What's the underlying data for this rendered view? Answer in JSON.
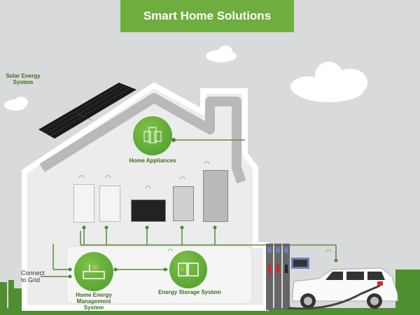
{
  "header": {
    "title": "Smart Home Solutions"
  },
  "labels": {
    "solar": [
      "Solar Energy",
      "System"
    ],
    "appliances": "Home Appliances",
    "grid": [
      "Connect",
      "to Grid"
    ],
    "hems": [
      "Home Energy",
      "Management System"
    ],
    "storage": "Energy Storage System"
  },
  "appliances": [
    "washing-machine",
    "dryer",
    "tv",
    "oven",
    "refrigerator"
  ],
  "colors": {
    "accent": "#6fae3e",
    "background": "#d9dadb",
    "ground": "#4f8f2f"
  }
}
